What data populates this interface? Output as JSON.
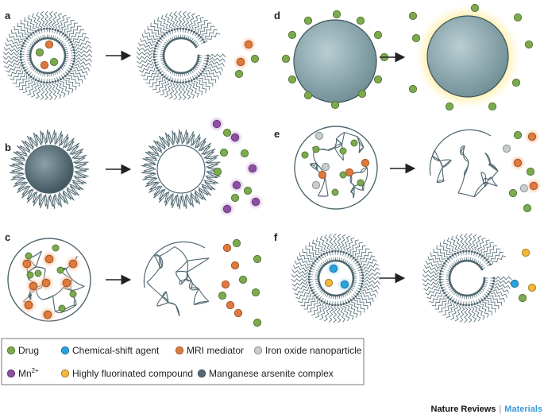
{
  "panels": {
    "a": "a",
    "b": "b",
    "c": "c",
    "d": "d",
    "e": "e",
    "f": "f"
  },
  "legend": {
    "items": [
      {
        "label": "Drug",
        "color": "#7cab4e"
      },
      {
        "label": "Chemical-shift agent",
        "color": "#29a3e0"
      },
      {
        "label": "MRI mediator",
        "color": "#e07a3c"
      },
      {
        "label": "Iron oxide nanoparticle",
        "color": "#c7cdd0"
      },
      {
        "label": "Mn",
        "sup": "2+",
        "color": "#8e4fa5"
      },
      {
        "label": "Highly fluorinated compound",
        "color": "#f2b738"
      },
      {
        "label": "Manganese arsenite complex",
        "color": "#556a75"
      }
    ]
  },
  "credit": {
    "journal": "Nature Reviews",
    "separator": "|",
    "section": "Materials"
  },
  "colors": {
    "structure": "#4f6770",
    "drug": "#7cab4e",
    "mri": "#e07a3c",
    "iron": "#c7cdd0",
    "mn": "#8e4fa5",
    "fluor": "#f2b738",
    "shift": "#29a3e0",
    "complex": "#556a75"
  }
}
